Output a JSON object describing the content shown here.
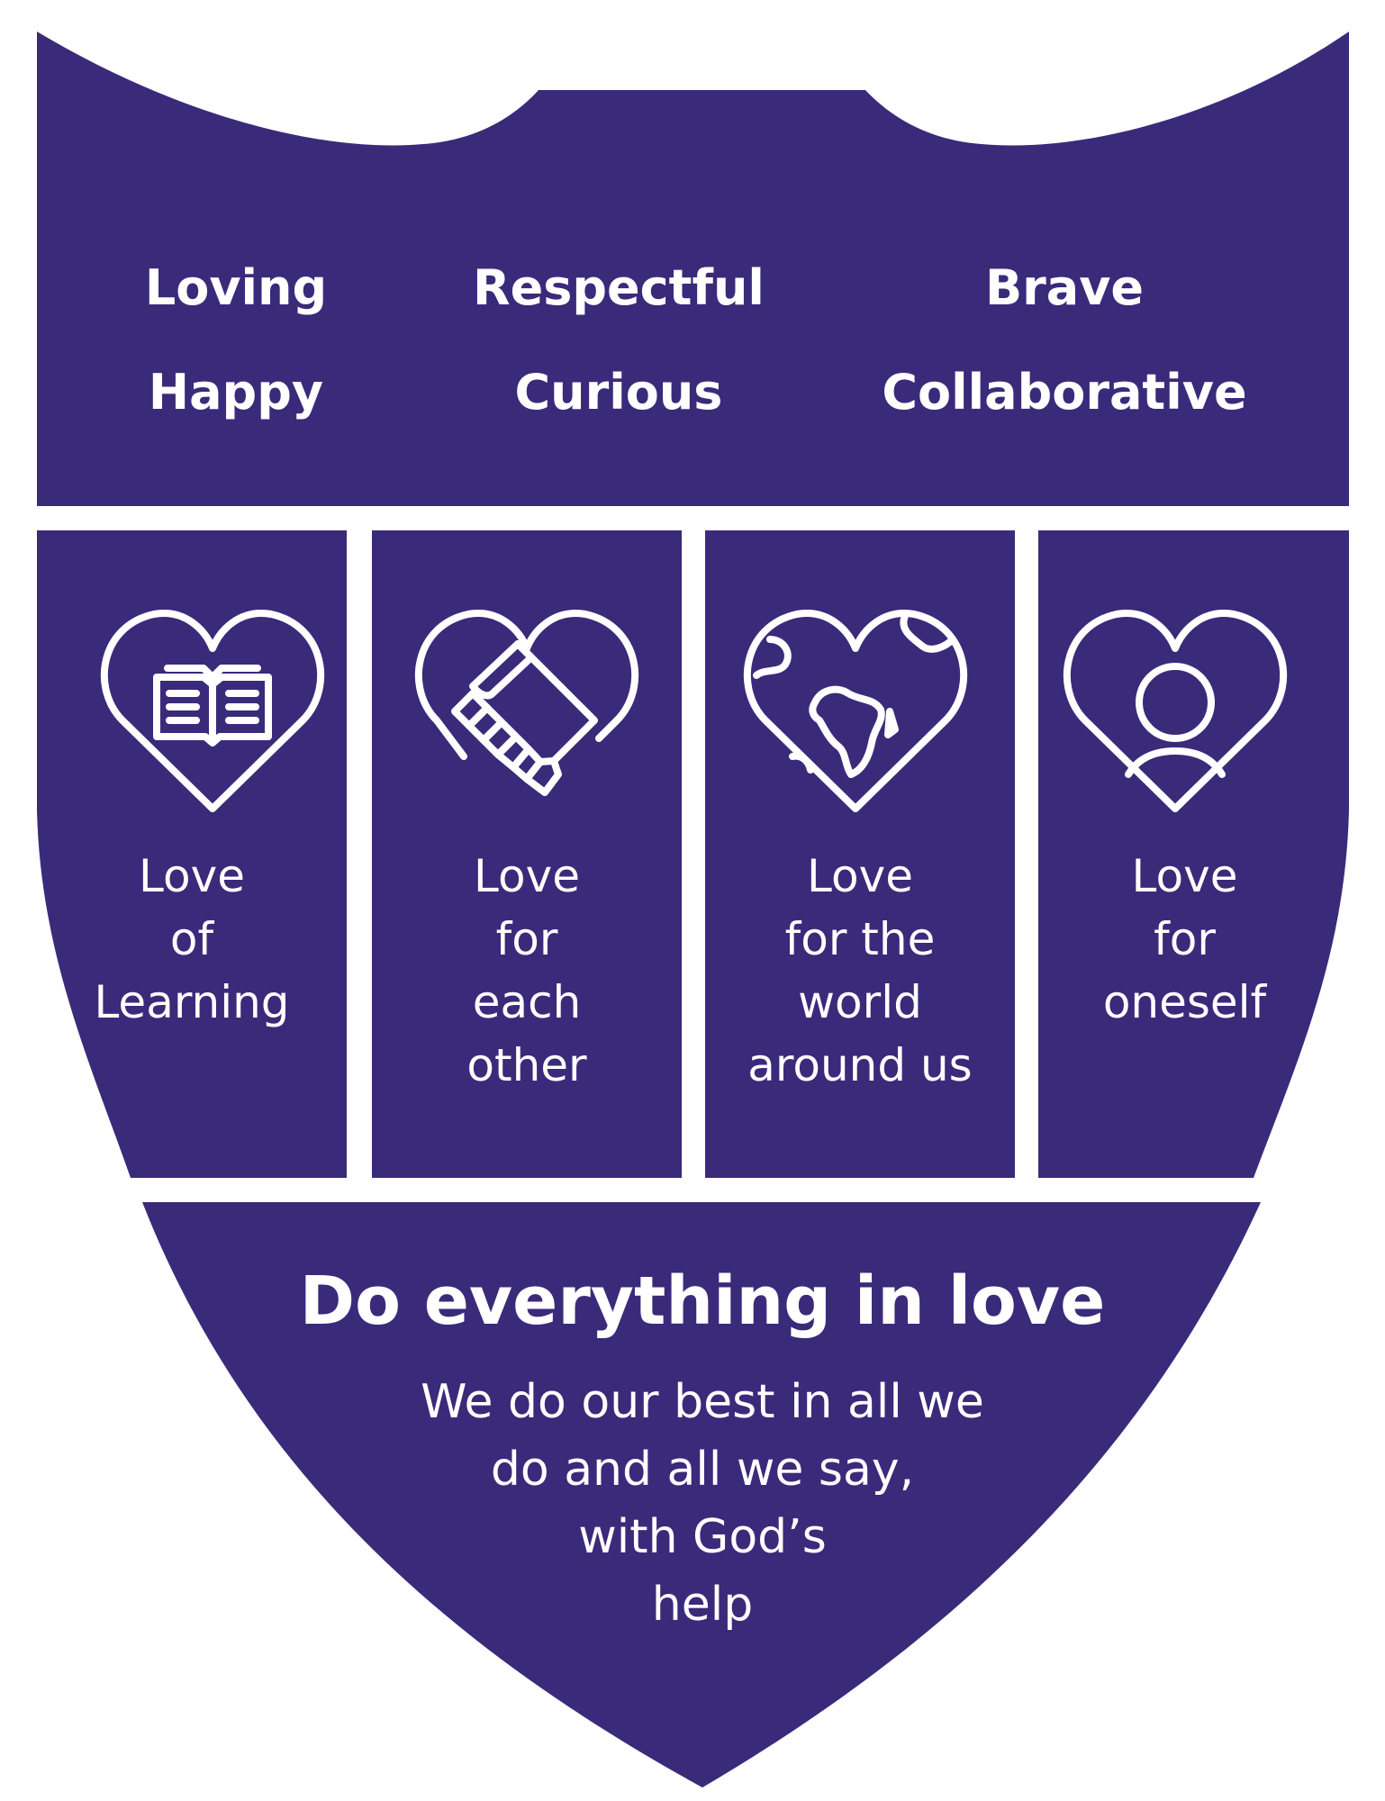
{
  "values": {
    "row1": [
      "Loving",
      "Respectful",
      "Brave"
    ],
    "row2": [
      "Happy",
      "Curious",
      "Collaborative"
    ]
  },
  "panels": [
    {
      "label": "Love\nof\nLearning",
      "icon": "heart-book-icon"
    },
    {
      "label": "Love\nfor\neach\nother",
      "icon": "heart-handshake-icon"
    },
    {
      "label": "Love\nfor the\nworld\naround us",
      "icon": "heart-globe-icon"
    },
    {
      "label": "Love\nfor\noneself",
      "icon": "heart-person-icon"
    }
  ],
  "motto": {
    "title": "Do everything in love",
    "subtitle": "We do our best in all we\ndo and all we say,\nwith God’s\nhelp"
  },
  "colors": {
    "shield": "#3a2a7a",
    "text": "#ffffff",
    "background": "#ffffff"
  }
}
